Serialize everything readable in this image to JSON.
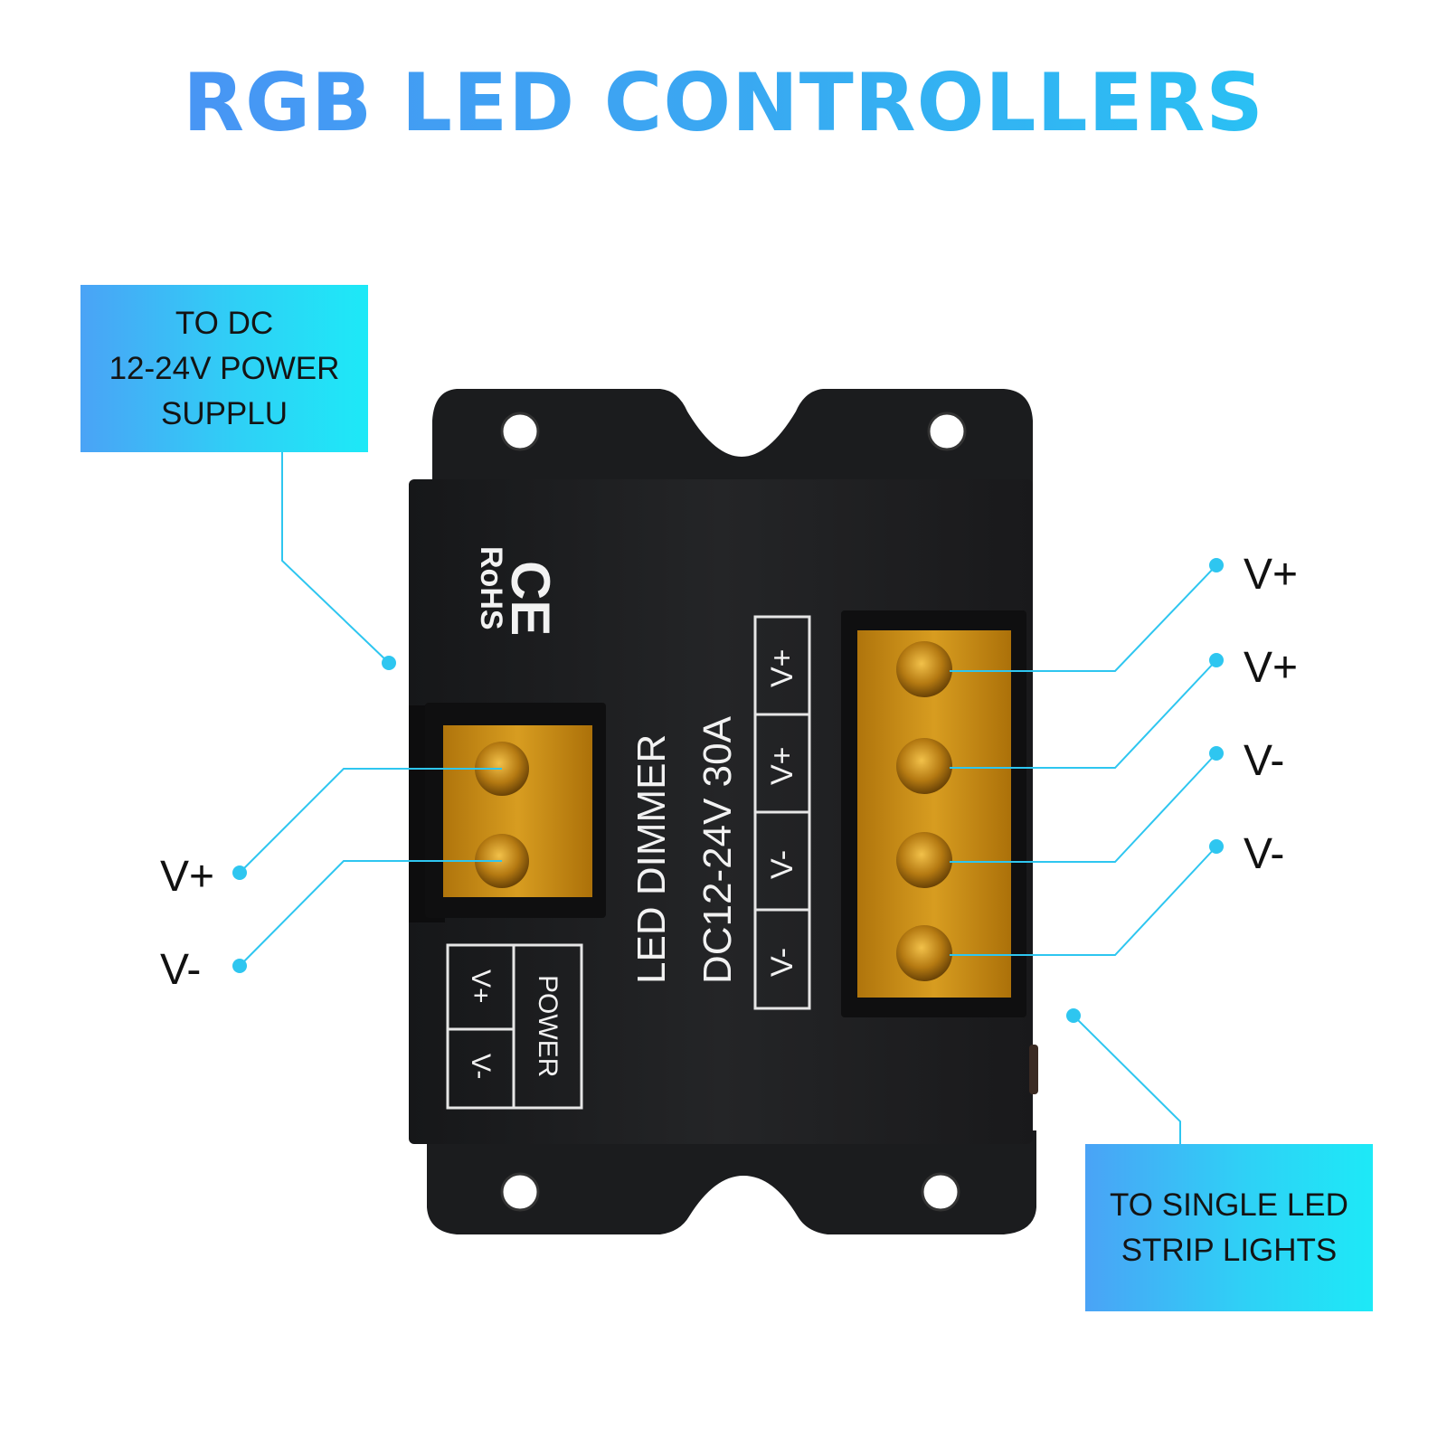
{
  "title": "RGB LED CONTROLLERS",
  "input_callout": {
    "lines": [
      "TO DC",
      "12-24V POWER",
      "SUPPLU"
    ]
  },
  "output_callout": {
    "lines": [
      "TO SINGLE LED",
      "STRIP LIGHTS"
    ]
  },
  "input_pins": [
    "V+",
    "V-"
  ],
  "output_pins": [
    "V+",
    "V+",
    "V-",
    "V-"
  ],
  "device": {
    "rohs": "RoHS",
    "ce": "CE",
    "name": "LED DIMMER",
    "rating": "DC12-24V 30A",
    "output_terminal_labels": [
      "V+",
      "V+",
      "V-",
      "V-"
    ],
    "input_terminal_labels": [
      "V+",
      "V-"
    ],
    "power_label": "POWER"
  },
  "colors": {
    "accent": "#2ec6f0",
    "title_start": "#4d8ff5",
    "title_end": "#25c8f4",
    "device_body": "#1d1e20",
    "terminal_amber": "#d99a16"
  }
}
